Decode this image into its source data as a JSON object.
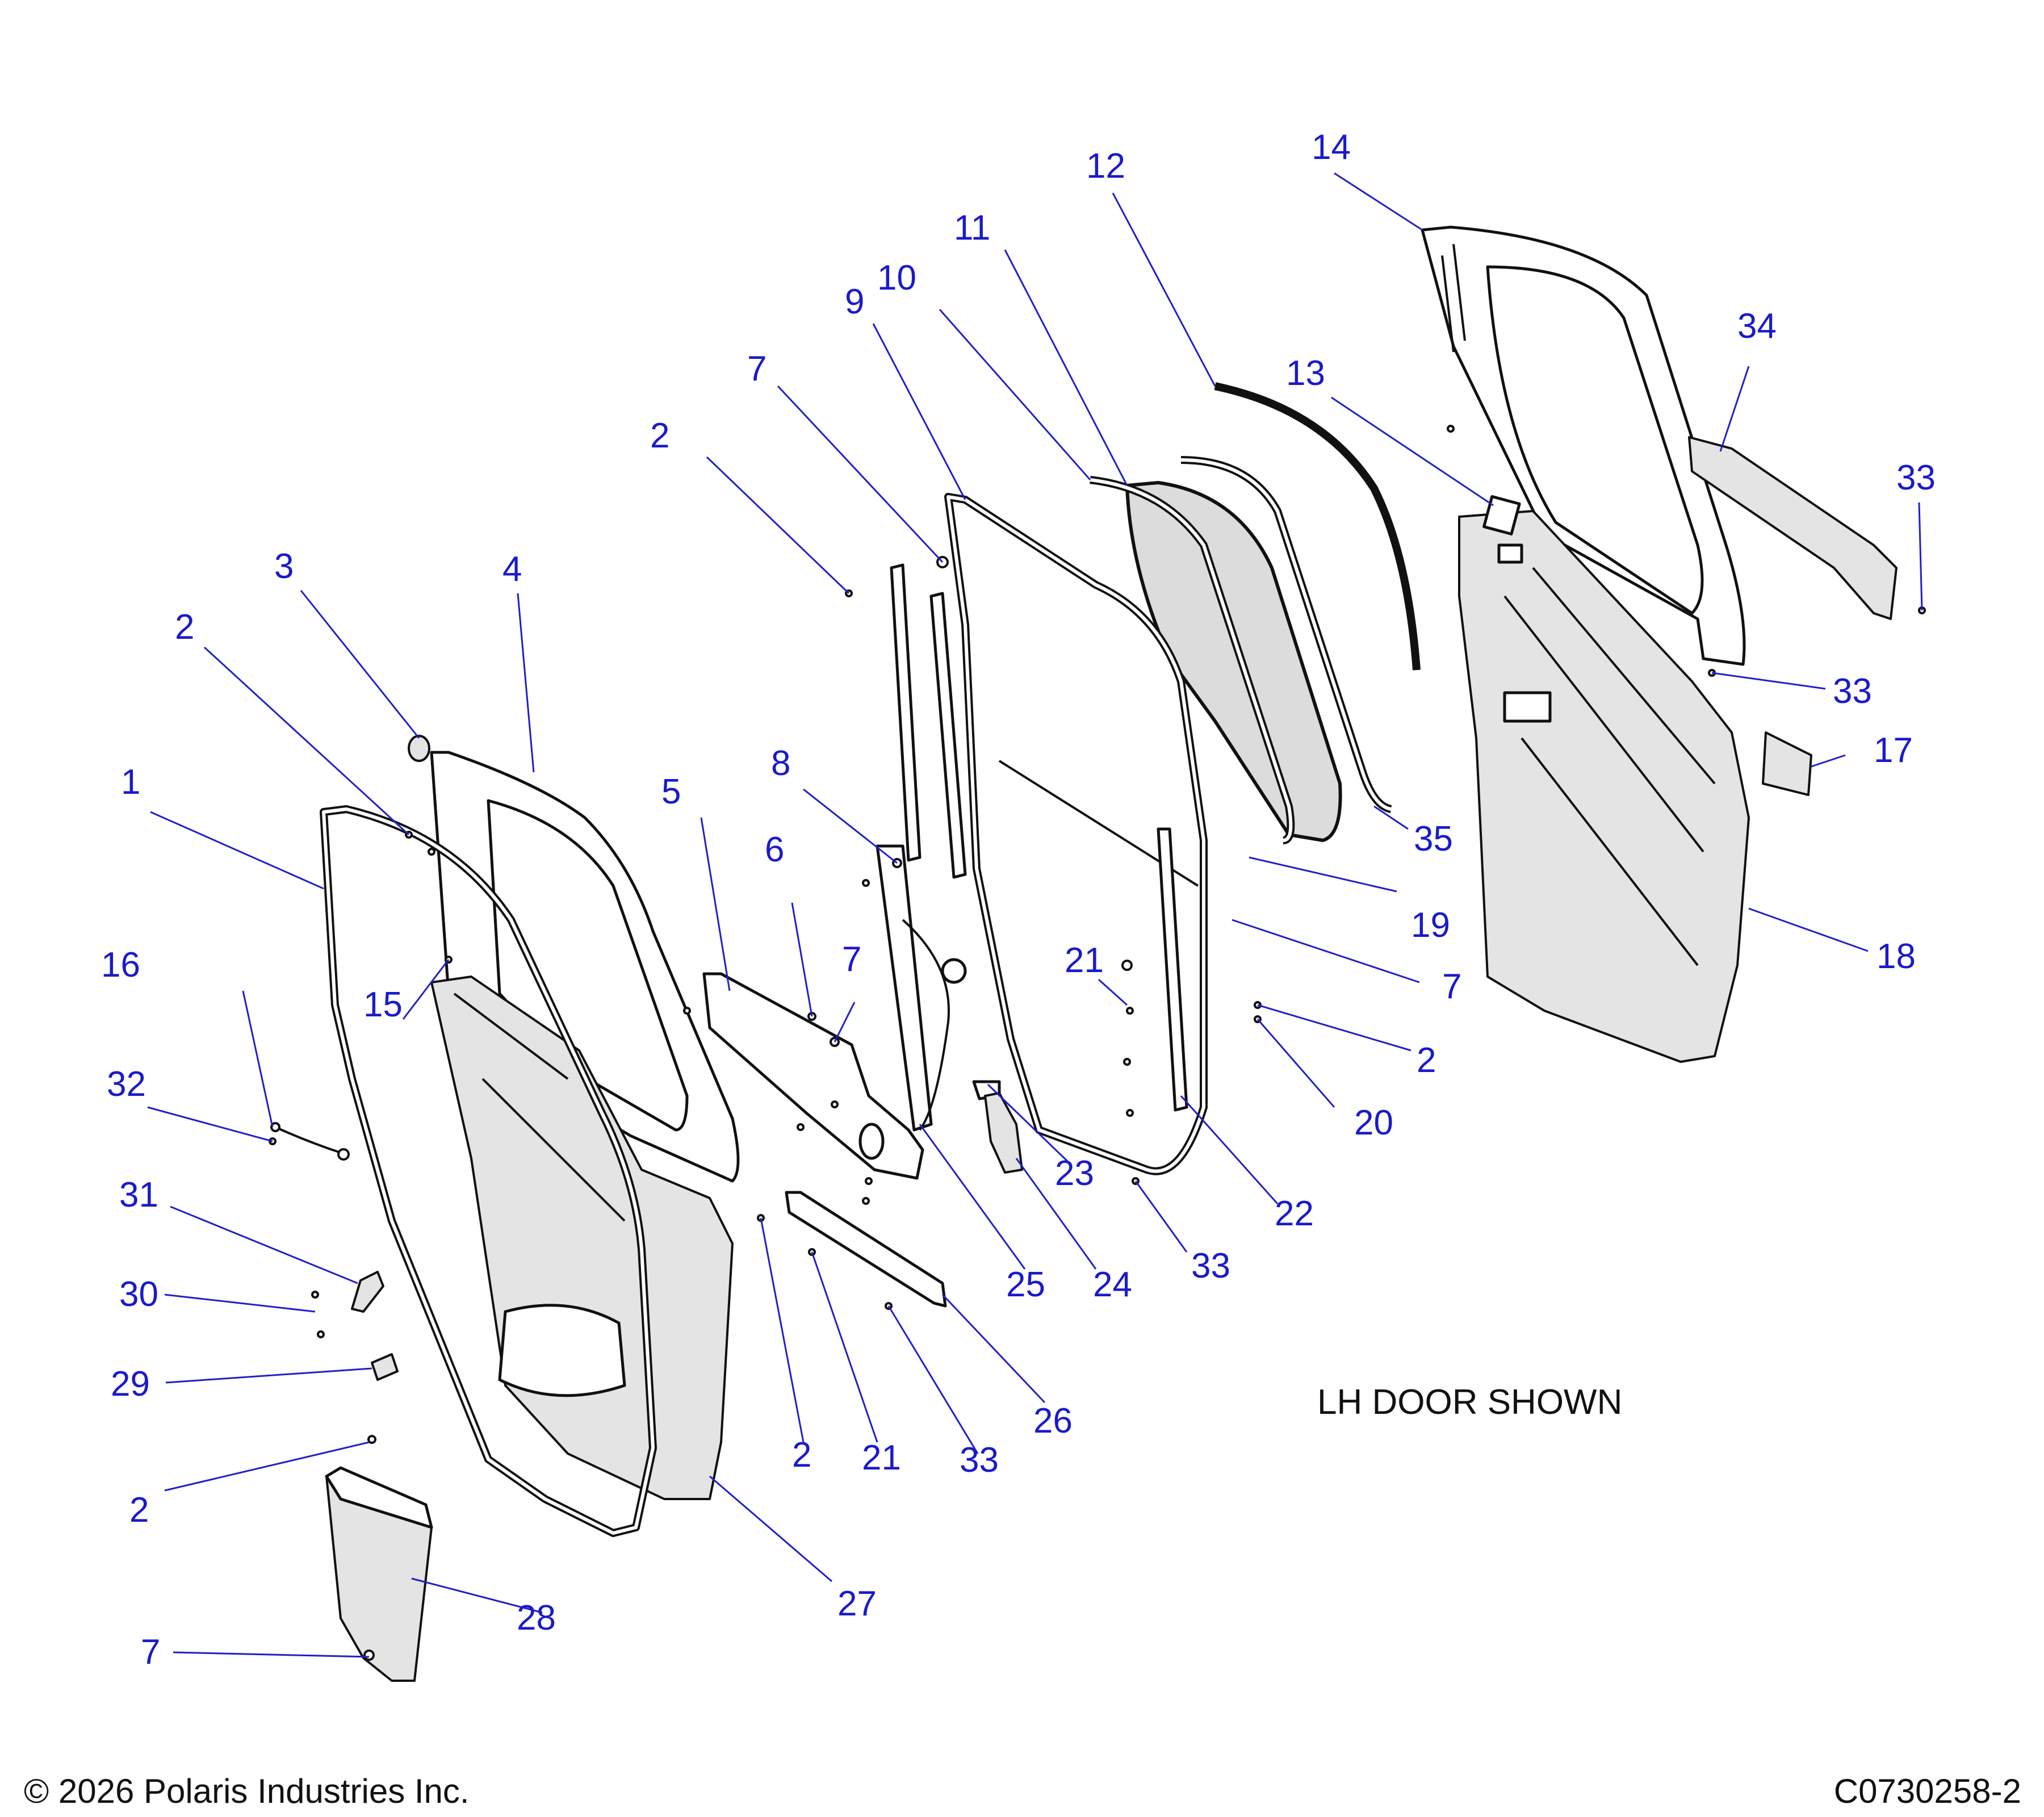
{
  "note": "LH DOOR SHOWN",
  "footer": {
    "copyright": "© 2026 Polaris Industries Inc.",
    "drawing_number": "C0730258-2"
  },
  "callouts": [
    "1",
    "2",
    "3",
    "4",
    "2",
    "5",
    "6",
    "7",
    "7",
    "8",
    "9",
    "10",
    "11",
    "12",
    "13",
    "14",
    "34",
    "33",
    "33",
    "17",
    "35",
    "19",
    "7",
    "2",
    "20",
    "18",
    "21",
    "22",
    "33",
    "23",
    "24",
    "25",
    "26",
    "21",
    "33",
    "2",
    "27",
    "28",
    "7",
    "2",
    "29",
    "30",
    "31",
    "32",
    "16",
    "15"
  ]
}
